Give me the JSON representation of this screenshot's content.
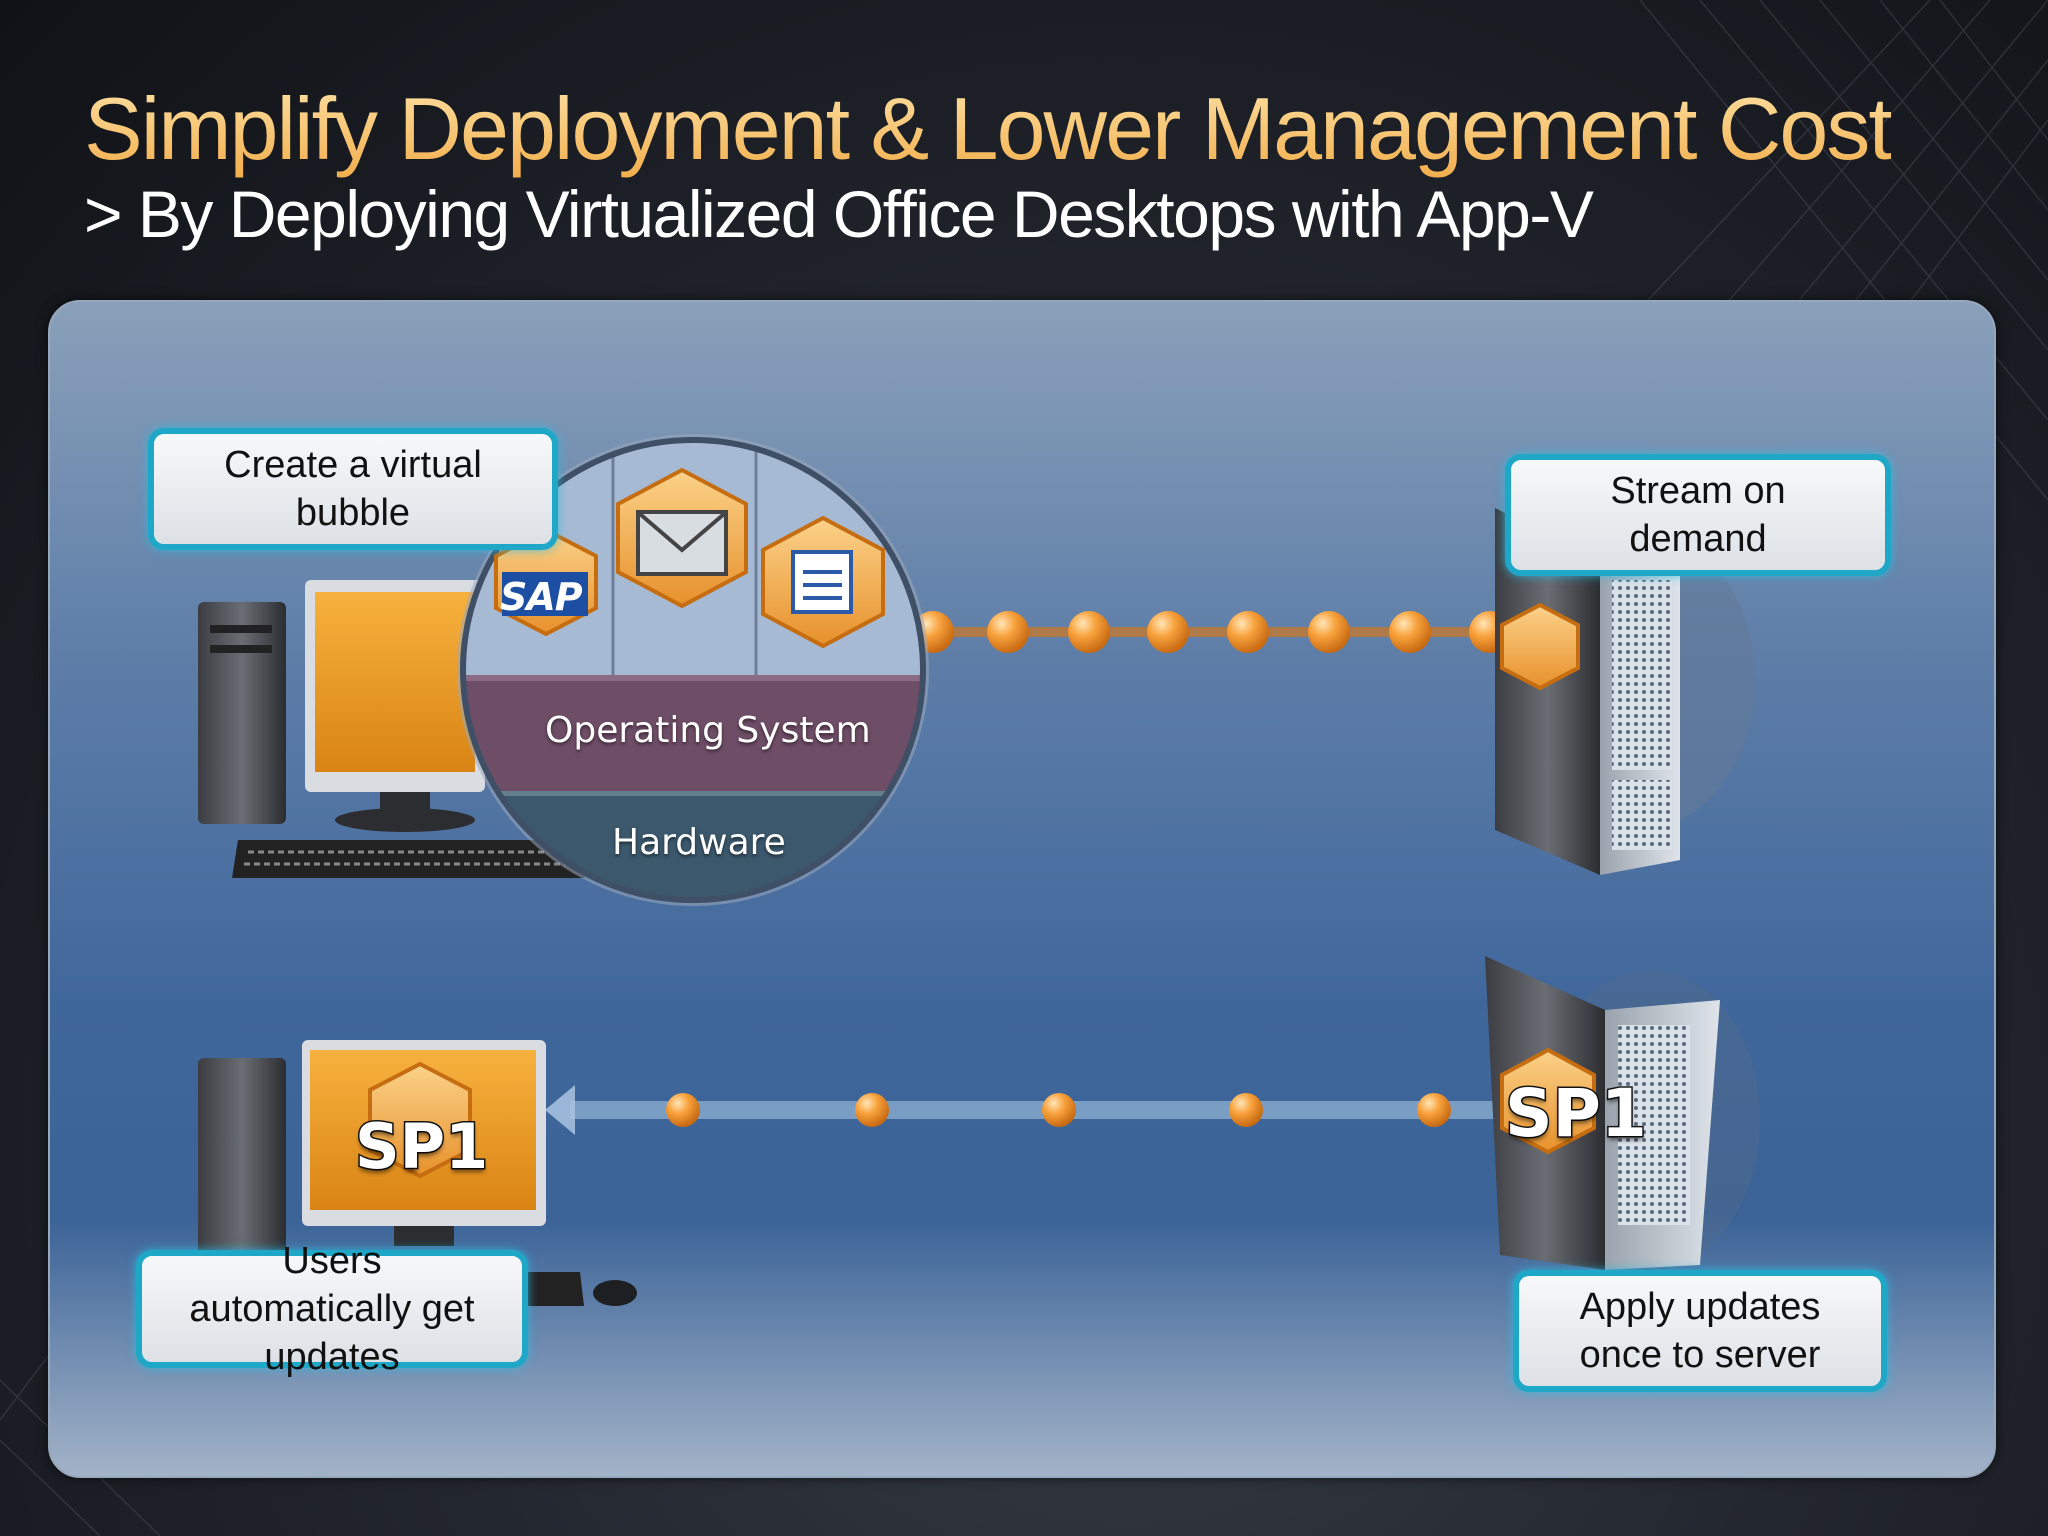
{
  "header": {
    "title": "Simplify Deployment & Lower Management Cost",
    "subtitle": "> By Deploying Virtualized Office Desktops with App-V"
  },
  "callouts": {
    "create_bubble": [
      "Create a virtual",
      "bubble"
    ],
    "stream_on_demand": [
      "Stream on",
      "demand"
    ],
    "users_get_updates": [
      "Users",
      "automatically get",
      "updates"
    ],
    "apply_updates": [
      "Apply updates",
      "once to server"
    ]
  },
  "bubble": {
    "layers": {
      "os": "Operating System",
      "hardware": "Hardware"
    },
    "apps": [
      "sap-icon",
      "mail-icon",
      "word-icon"
    ],
    "sap_label": "SAP"
  },
  "badges": {
    "update": "SP1"
  },
  "colors": {
    "title_gold": "#f2ad4a",
    "callout_border": "#1fa7c7",
    "stream_dot": "#f59a2c",
    "os_layer": "#6e4d66",
    "hardware_layer": "#3c586c"
  }
}
